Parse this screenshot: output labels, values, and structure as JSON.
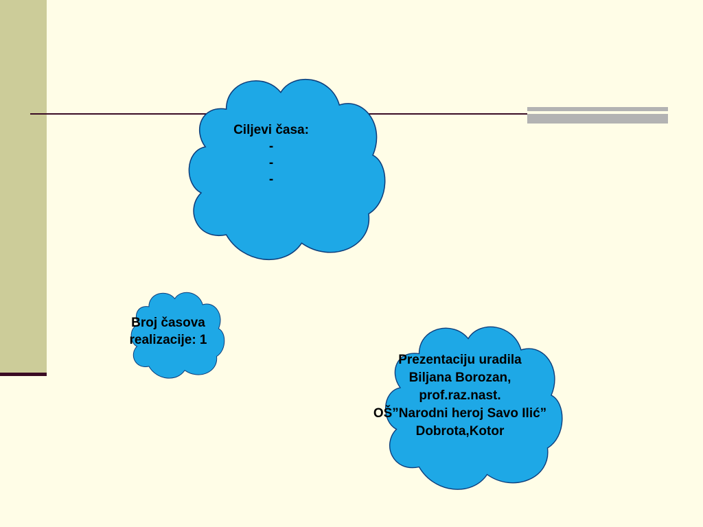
{
  "colors": {
    "background": "#FFFDE7",
    "side_bar": "#CCCC99",
    "rule": "#3A0B24",
    "accent_gray": "#B3B3B3",
    "cloud_fill": "#1EA8E6",
    "cloud_stroke": "#0D3C7A"
  },
  "cloud_goals": {
    "heading": "Ciljevi časa:",
    "items": [
      "-",
      "-",
      "-"
    ]
  },
  "cloud_hours": {
    "line1": "Broj časova",
    "line2": "realizacije: 1"
  },
  "cloud_author": {
    "line1": "Prezentaciju uradila",
    "line2": "Biljana Borozan,",
    "line3": "prof.raz.nast.",
    "line4": "OŠ”Narodni heroj Savo  Ilić”",
    "line5": "Dobrota,Kotor"
  }
}
